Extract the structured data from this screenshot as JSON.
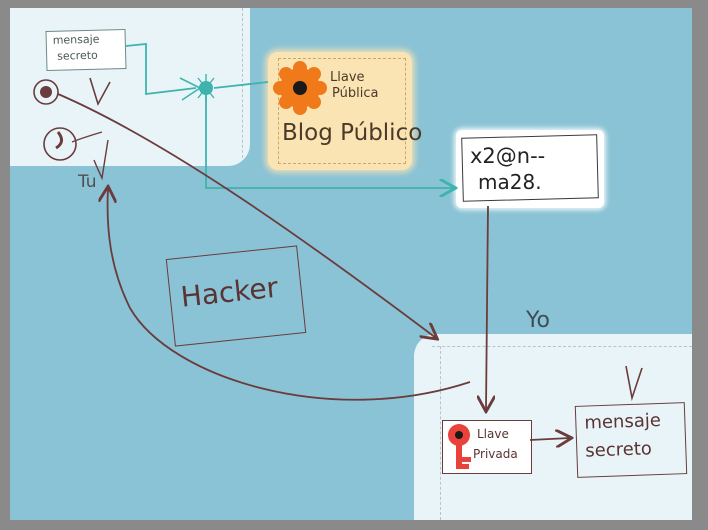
{
  "labels": {
    "message_top": [
      "mensaje",
      "secreto"
    ],
    "tu": "Tu",
    "public_key": [
      "Llave",
      "Pública"
    ],
    "public_blog": "Blog Público",
    "cipher": [
      "x2@n--",
      "ma28."
    ],
    "hacker": "Hacker",
    "yo": "Yo",
    "private_key": [
      "Llave",
      "Privada"
    ],
    "message_bottom": [
      "mensaje",
      "secreto"
    ]
  },
  "colors": {
    "background": "#8ac3d5",
    "panel": "#e9f4f8",
    "ink_brown": "#6a3c3c",
    "ink_teal": "#3fb3ad",
    "note_yellow": "#fbe4b4",
    "public_key_orange": "#f07a1a",
    "private_key_red": "#e8423a"
  },
  "icons": {
    "public_key": "flower-key-icon",
    "private_key": "key-icon",
    "hub": "teal-node-icon"
  }
}
